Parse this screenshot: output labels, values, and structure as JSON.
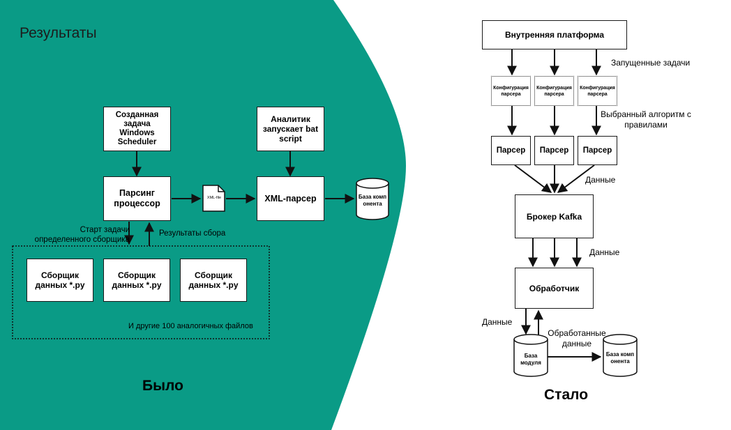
{
  "colors": {
    "panel": "#0a9b86",
    "line": "#111111"
  },
  "slide": {
    "title": "Результаты"
  },
  "before": {
    "caption": "Было",
    "scheduler_task": "Созданная задача Windows Scheduler",
    "analyst": "Аналитик запускает bat script",
    "parsing_processor": "Парсинг процессор",
    "xml_file_icon": "file-icon",
    "xml_file_label": "XML-file",
    "xml_parser": "XML-парсер",
    "db": "База компонента",
    "start_task": "Старт задачи определенного сборщика",
    "collect_results": "Результаты сбора",
    "collectors": [
      "Сборщик данных *.py",
      "Сборщик данных *.py",
      "Сборщик данных *.py"
    ],
    "other_files": "И другие 100 аналогичных файлов"
  },
  "after": {
    "caption": "Стало",
    "platform": "Внутренняя платформа",
    "launched_tasks": "Запущенные задачи",
    "configs": [
      "Конфигурация парсера",
      "Конфигурация парсера",
      "Конфигурация парсера"
    ],
    "algorithm": "Выбранный алгоритм с правилами",
    "parsers": [
      "Парсер",
      "Парсер",
      "Парсер"
    ],
    "data_label_1": "Данные",
    "broker": "Брокер Kafka",
    "data_label_2": "Данные",
    "handler": "Обработчик",
    "data_label_3": "Данные",
    "processed_data": "Обработанные данные",
    "module_db": "База модуля",
    "component_db": "База компонента"
  }
}
